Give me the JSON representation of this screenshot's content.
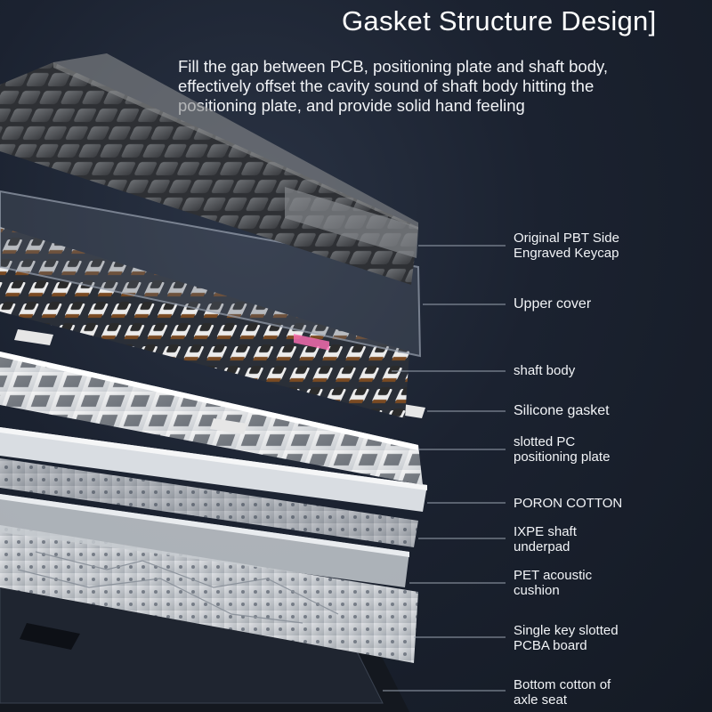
{
  "title": "Gasket Structure Design]",
  "description": [
    "Fill the gap between PCB, positioning plate and shaft body,",
    "effectively offset the cavity sound of shaft body hitting the",
    "positioning plate, and provide solid hand feeling"
  ],
  "layers": [
    {
      "lines": [
        "Original PBT Side",
        "Engraved Keycap"
      ]
    },
    {
      "lines": [
        "Upper cover"
      ]
    },
    {
      "lines": [
        "shaft body"
      ]
    },
    {
      "lines": [
        "Silicone gasket"
      ]
    },
    {
      "lines": [
        "slotted PC",
        "positioning plate"
      ]
    },
    {
      "lines": [
        "PORON COTTON"
      ]
    },
    {
      "lines": [
        "IXPE shaft",
        "underpad"
      ]
    },
    {
      "lines": [
        "PET acoustic",
        "cushion"
      ]
    },
    {
      "lines": [
        "Single key slotted",
        "PCBA board"
      ]
    },
    {
      "lines": [
        "Bottom cotton of",
        "axle seat"
      ]
    }
  ],
  "colors": {
    "background": "#1b2230",
    "keycap_dark": "#3b3e44",
    "keycap_grey": "#8a8c8e",
    "switch_white": "#e8e8e8",
    "switch_brown": "#7a4a22",
    "plate_white": "#eeeeee",
    "leader_line": "#9aa3b0"
  }
}
